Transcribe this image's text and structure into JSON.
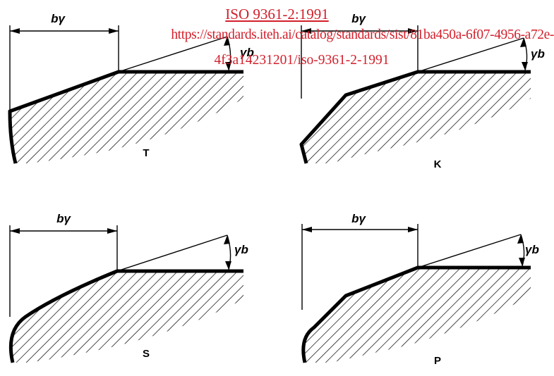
{
  "watermark": {
    "standard": "ISO 9361-2:1991",
    "url_line1": "https://standards.iteh.ai/catalog/standards/sist/81ba450a-6f07-4956-a72e-",
    "url_line2": "4f3a14231201/iso-9361-2-1991",
    "color": "#d21f2b"
  },
  "diagram": {
    "line_color": "#000000",
    "panels": [
      {
        "label": "T",
        "dim_label": "bγ",
        "angle_label": "γb",
        "edge_profile": "chamfer-sharp"
      },
      {
        "label": "K",
        "dim_label": "bγ",
        "angle_label": "γb",
        "edge_profile": "double-chamfer"
      },
      {
        "label": "S",
        "dim_label": "bγ",
        "angle_label": "γb",
        "edge_profile": "round"
      },
      {
        "label": "P",
        "dim_label": "bγ",
        "angle_label": "γb",
        "edge_profile": "chamfer-round"
      }
    ]
  }
}
